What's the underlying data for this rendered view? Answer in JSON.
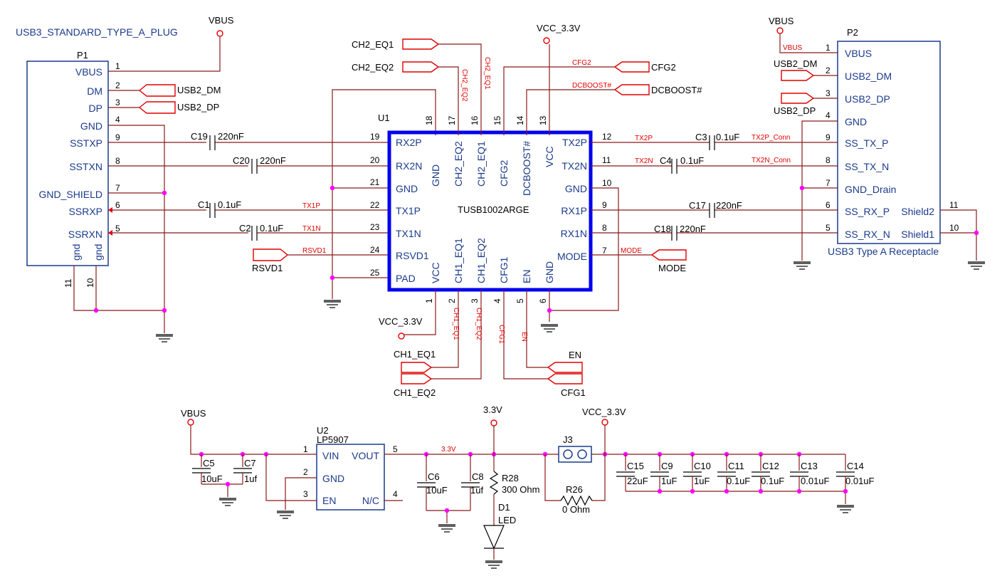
{
  "connectors": {
    "p1": {
      "title": "USB3_STANDARD_TYPE_A_PLUG",
      "ref": "P1",
      "pins": [
        {
          "num": "1",
          "name": "VBUS"
        },
        {
          "num": "2",
          "name": "DM"
        },
        {
          "num": "3",
          "name": "DP"
        },
        {
          "num": "4",
          "name": "GND"
        },
        {
          "num": "9",
          "name": "SSTXP"
        },
        {
          "num": "8",
          "name": "SSTXN"
        },
        {
          "num": "7",
          "name": "GND_SHIELD"
        },
        {
          "num": "6",
          "name": "SSRXP"
        },
        {
          "num": "5",
          "name": "SSRXN"
        }
      ],
      "bottom_pins": [
        {
          "num": "11",
          "name": "gnd"
        },
        {
          "num": "10",
          "name": "gnd"
        }
      ]
    },
    "p2": {
      "title": "USB3 Type A Receptacle",
      "ref": "P2",
      "pins": [
        {
          "num": "1",
          "name": "VBUS"
        },
        {
          "num": "2",
          "name": "USB2_DM"
        },
        {
          "num": "3",
          "name": "USB2_DP"
        },
        {
          "num": "4",
          "name": "GND"
        },
        {
          "num": "9",
          "name": "SS_TX_P"
        },
        {
          "num": "8",
          "name": "SS_TX_N"
        },
        {
          "num": "7",
          "name": "GND_Drain"
        },
        {
          "num": "6",
          "name": "SS_RX_P"
        },
        {
          "num": "5",
          "name": "SS_RX_N"
        }
      ],
      "shield_pins": [
        {
          "num": "11",
          "name": "Shield2"
        },
        {
          "num": "10",
          "name": "Shield1"
        }
      ]
    }
  },
  "chip_u1": {
    "ref": "U1",
    "part": "TUSB1002ARGE",
    "left_pins": [
      {
        "num": "19",
        "name": "RX2P"
      },
      {
        "num": "20",
        "name": "RX2N"
      },
      {
        "num": "21",
        "name": "GND"
      },
      {
        "num": "22",
        "name": "TX1P"
      },
      {
        "num": "23",
        "name": "TX1N"
      },
      {
        "num": "24",
        "name": "RSVD1"
      },
      {
        "num": "25",
        "name": "PAD"
      }
    ],
    "right_pins": [
      {
        "num": "12",
        "name": "TX2P"
      },
      {
        "num": "11",
        "name": "TX2N"
      },
      {
        "num": "10",
        "name": "GND"
      },
      {
        "num": "9",
        "name": "RX1P"
      },
      {
        "num": "8",
        "name": "RX1N"
      },
      {
        "num": "7",
        "name": "MODE"
      }
    ],
    "top_pins": [
      {
        "num": "18",
        "name": "GND"
      },
      {
        "num": "17",
        "name": "CH2_EQ2"
      },
      {
        "num": "16",
        "name": "CH2_EQ1"
      },
      {
        "num": "15",
        "name": "CFG2"
      },
      {
        "num": "14",
        "name": "DCBOOST#"
      },
      {
        "num": "13",
        "name": "VCC"
      }
    ],
    "bottom_pins": [
      {
        "num": "1",
        "name": "VCC"
      },
      {
        "num": "2",
        "name": "CH1_EQ1"
      },
      {
        "num": "3",
        "name": "CH1_EQ2"
      },
      {
        "num": "4",
        "name": "CFG1"
      },
      {
        "num": "5",
        "name": "EN"
      },
      {
        "num": "6",
        "name": "GND"
      }
    ]
  },
  "capacitors_signal": [
    {
      "ref": "C19",
      "value": "220nF"
    },
    {
      "ref": "C20",
      "value": "220nF"
    },
    {
      "ref": "C1",
      "value": "0.1uF"
    },
    {
      "ref": "C2",
      "value": "0.1uF"
    },
    {
      "ref": "C3",
      "value": "0.1uF"
    },
    {
      "ref": "C4",
      "value": "0.1uF"
    },
    {
      "ref": "C17",
      "value": "220nF"
    },
    {
      "ref": "C18",
      "value": "220nF"
    }
  ],
  "nets": {
    "tx1p": "TX1P",
    "tx1n": "TX1N",
    "rsvd1_net": "RSVD1",
    "tx2p": "TX2P",
    "tx2n": "TX2N",
    "tx2p_conn": "TX2P_Conn",
    "tx2n_conn": "TX2N_Conn",
    "mode_net": "MODE",
    "cfg2_net": "CFG2",
    "dcboost_net": "DCBOOST#",
    "ch2eq2_net": "CH2_EQ2",
    "ch2eq1_net": "CH2_EQ1",
    "ch1eq1_net": "CH1_EQ1",
    "ch1eq2_net": "CH1_EQ2",
    "cfg1_net": "CFG1",
    "en_net": "EN",
    "vbus_net": "VBUS",
    "v33_net": "3.3V"
  },
  "ports": {
    "usb2_dm": "USB2_DM",
    "usb2_dp": "USB2_DP",
    "ch2_eq1": "CH2_EQ1",
    "ch2_eq2": "CH2_EQ2",
    "cfg2": "CFG2",
    "dcboost": "DCBOOST#",
    "rsvd1": "RSVD1",
    "mode": "MODE",
    "ch1_eq1": "CH1_EQ1",
    "ch1_eq2": "CH1_EQ2",
    "en": "EN",
    "cfg1": "CFG1"
  },
  "power": {
    "vbus": "VBUS",
    "vcc33": "VCC_3.3V",
    "v33": "3.3V"
  },
  "regulator_u2": {
    "ref": "U2",
    "part": "LP5907",
    "pins": [
      {
        "num": "1",
        "name": "VIN"
      },
      {
        "num": "2",
        "name": "GND"
      },
      {
        "num": "3",
        "name": "EN"
      },
      {
        "num": "5",
        "name": "VOUT"
      },
      {
        "num": "4",
        "name": "N/C"
      }
    ]
  },
  "power_caps": [
    {
      "ref": "C5",
      "value": "10uF"
    },
    {
      "ref": "C7",
      "value": "1uf"
    },
    {
      "ref": "C6",
      "value": "10uF"
    },
    {
      "ref": "C8",
      "value": "1uf"
    },
    {
      "ref": "C15",
      "value": "22uF"
    },
    {
      "ref": "C9",
      "value": "1uF"
    },
    {
      "ref": "C10",
      "value": "1uF"
    },
    {
      "ref": "C11",
      "value": "0.1uF"
    },
    {
      "ref": "C12",
      "value": "0.1uF"
    },
    {
      "ref": "C13",
      "value": "0.01uF"
    },
    {
      "ref": "C14",
      "value": "0.01uF"
    }
  ],
  "r28": {
    "ref": "R28",
    "value": "300 Ohm"
  },
  "r26": {
    "ref": "R26",
    "value": "0 Ohm"
  },
  "d1": {
    "ref": "D1",
    "value": "LED"
  },
  "j3": {
    "ref": "J3"
  }
}
